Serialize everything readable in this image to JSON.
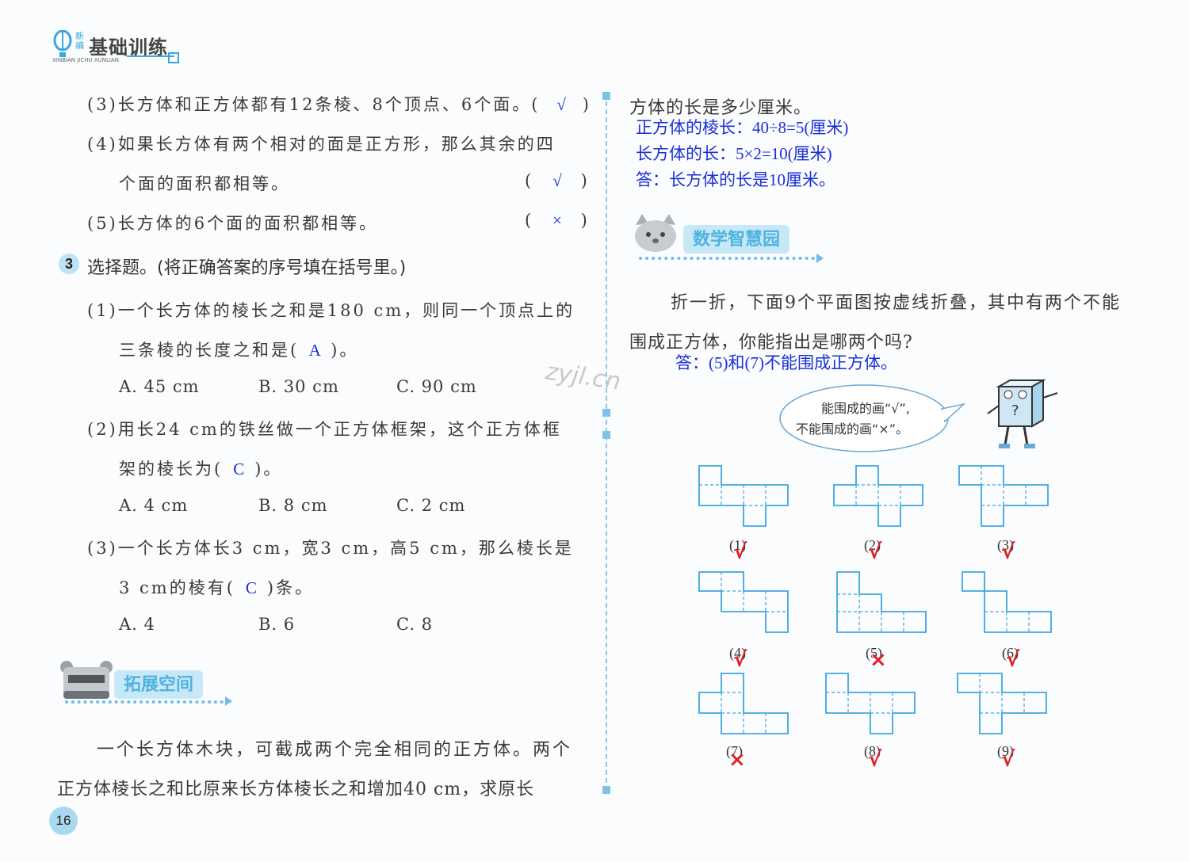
{
  "header": {
    "brand_cn": "新编",
    "title": "基础训练",
    "subtitle": "XINBIAN JICHU XUNLIAN"
  },
  "left": {
    "q2_3": {
      "text": "(3)长方体和正方体都有12条棱、8个顶点、6个面。(",
      "answer": "√",
      "close": ")"
    },
    "q2_4a": {
      "text": "(4)如果长方体有两个相对的面是正方形，那么其余的四"
    },
    "q2_4b": {
      "text": "个面的面积都相等。",
      "open": "(",
      "answer": "√",
      "close": ")"
    },
    "q2_5": {
      "text": "(5)长方体的6个面的面积都相等。",
      "open": "(",
      "answer": "×",
      "close": ")"
    },
    "s3": {
      "num": "3",
      "title": "选择题。(将正确答案的序号填在括号里。)"
    },
    "q3_1a": "(1)一个长方体的棱长之和是180 cm，则同一个顶点上的",
    "q3_1b": {
      "pre": "三条棱的长度之和是(",
      "answer": "A",
      "post": ")。"
    },
    "q3_1opts": [
      "A. 45 cm",
      "B. 30 cm",
      "C. 90 cm"
    ],
    "q3_2a": "(2)用长24 cm的铁丝做一个正方体框架，这个正方体框",
    "q3_2b": {
      "pre": "架的棱长为(",
      "answer": "C",
      "post": ")。"
    },
    "q3_2opts": [
      "A. 4 cm",
      "B. 8 cm",
      "C. 2 cm"
    ],
    "q3_3a": "(3)一个长方体长3 cm，宽3 cm，高5 cm，那么棱长是",
    "q3_3b": {
      "pre": "3 cm的棱有(",
      "answer": "C",
      "post": ")条。"
    },
    "q3_3opts": [
      "A. 4",
      "B. 6",
      "C. 8"
    ],
    "section_title": "拓展空间",
    "p1": "一个长方体木块，可截成两个完全相同的正方体。两个",
    "p2": "正方体棱长之和比原来长方体棱长之和增加40 cm，求原长"
  },
  "right": {
    "p_cont": "方体的长是多少厘米。",
    "sol1": "正方体的棱长：40÷8=5(厘米)",
    "sol2": "长方体的长：5×2=10(厘米)",
    "sol3": "答：长方体的长是10厘米。",
    "section_title": "数学智慧园",
    "q1": "折一折，下面9个平面图按虚线折叠，其中有两个不能",
    "q2": "围成正方体，你能指出是哪两个吗?",
    "ans": "答：(5)和(7)不能围成正方体。",
    "bubble1": "能围成的画“√”,",
    "bubble2": "不能围成的画“×”。",
    "nets": [
      {
        "label": "(1)",
        "mark": "√"
      },
      {
        "label": "(2)",
        "mark": "√"
      },
      {
        "label": "(3)",
        "mark": "√"
      },
      {
        "label": "(4)",
        "mark": "√"
      },
      {
        "label": "(5)",
        "mark": "×"
      },
      {
        "label": "(6)",
        "mark": "√"
      },
      {
        "label": "(7)",
        "mark": "×"
      },
      {
        "label": "(8)",
        "mark": "√"
      },
      {
        "label": "(9)",
        "mark": "√"
      }
    ]
  },
  "watermark": "zyjl.cn",
  "page_number": "16",
  "colors": {
    "answer_blue": "#1a2fd6",
    "mark_red": "#e0202a",
    "accent": "#7cc3e6"
  }
}
